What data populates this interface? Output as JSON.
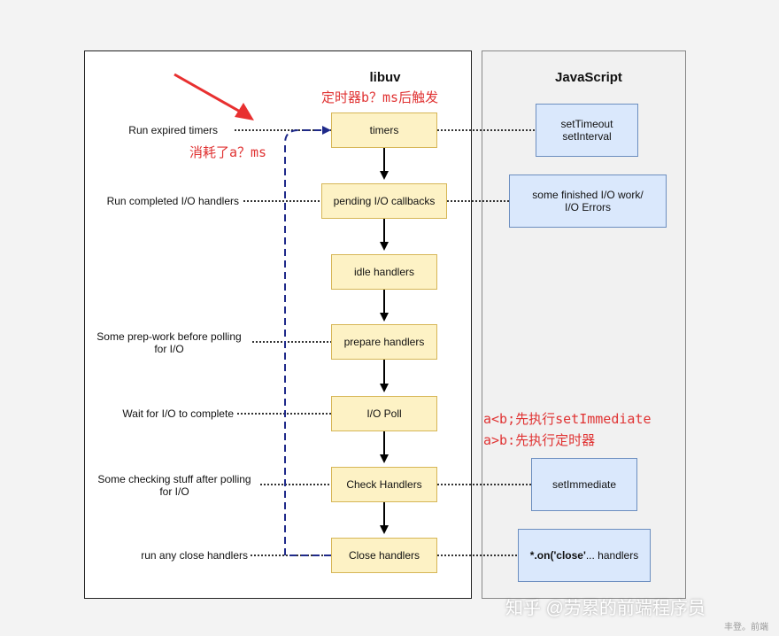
{
  "columns": {
    "left_title": "libuv",
    "right_title": "JavaScript"
  },
  "phases": [
    {
      "id": "timers",
      "label": "timers"
    },
    {
      "id": "pending",
      "label": "pending I/O callbacks"
    },
    {
      "id": "idle",
      "label": "idle handlers"
    },
    {
      "id": "prepare",
      "label": "prepare handlers"
    },
    {
      "id": "poll",
      "label": "I/O Poll"
    },
    {
      "id": "check",
      "label": "Check Handlers"
    },
    {
      "id": "close",
      "label": "Close handlers"
    }
  ],
  "descriptions": {
    "timers": [
      "Run expired timers"
    ],
    "pending": [
      "Run completed I/O handlers"
    ],
    "prepare": [
      "Some prep-work before polling",
      "for I/O"
    ],
    "poll": [
      "Wait for I/O to complete"
    ],
    "check": [
      "Some checking stuff after polling",
      "for I/O"
    ],
    "close": [
      "run any close handlers"
    ]
  },
  "js_apis": {
    "timers": [
      "setTimeout",
      "setInterval"
    ],
    "pending": [
      "some finished I/O work/",
      "I/O Errors"
    ],
    "check": [
      "setImmediate"
    ],
    "close_bold": "*.on('close'",
    "close_rest": "... handlers"
  },
  "annotations": {
    "top": "定时器b？ms后触发",
    "consumed": "消耗了a？ms",
    "compare_1": "a<b;先执行setImmediate",
    "compare_2": "a>b:先执行定时器"
  },
  "watermark": {
    "main": "知乎 @劳累的前端程序员",
    "small": "丰登。前端"
  },
  "colors": {
    "phase_fill": "#fdf2c5",
    "phase_border": "#d6b656",
    "api_fill": "#dae8fc",
    "api_border": "#6c8ebf",
    "annotation_red": "#e03333",
    "arrow_red": "#e83030",
    "dashed_blue": "#1f2a8a"
  }
}
